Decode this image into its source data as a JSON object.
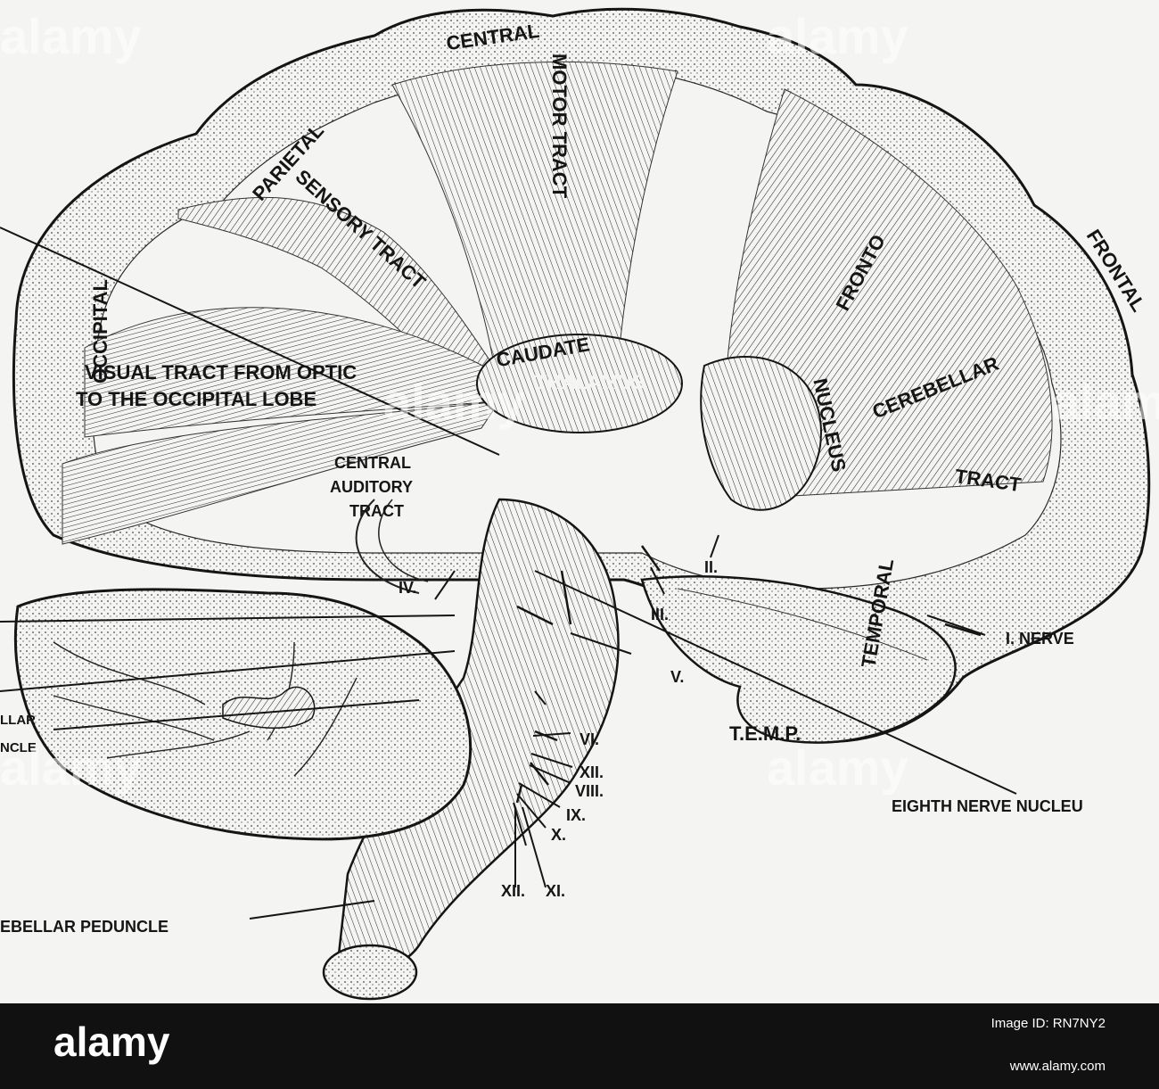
{
  "labels": {
    "central": "CENTRAL",
    "parietal": "PARIETAL",
    "motor_tract": "MOTOR TRACT",
    "sensory_tract": "SENSORY TRACT",
    "fronto": "FRONTO",
    "frontal": "FRONTAL",
    "cerebellar": "CEREBELLAR",
    "tract": "TRACT",
    "caudate": "CAUDATE",
    "nucleus": "NUCLEUS",
    "thalamus": "THALAMUS",
    "occipital": "OCCIPITAL",
    "visual_line1": "VISUAL TRACT FROM OPTIC",
    "visual_line2": "TO THE OCCIPITAL LOBE",
    "central_auditory_1": "CENTRAL",
    "central_auditory_2": "AUDITORY",
    "central_auditory_3": "TRACT",
    "temporal": "TEMPORAL",
    "temp_letters": "T.E.M.P.",
    "eighth_nerve_nucleus": "EIGHTH NERVE NUCLEU",
    "left_llar": "LLAR",
    "left_ncle": "NCLE",
    "cerebellar_peduncle": "EBELLAR PEDUNCLE"
  },
  "nerves": {
    "n1": "I. NERVE",
    "n2": "II.",
    "n3": "III.",
    "n4": "IV.",
    "n5": "V.",
    "n6": "VI.",
    "n7": "XII.",
    "n8": "VIII.",
    "n9": "IX.",
    "n10": "X.",
    "n11": "XI.",
    "n12": "XII."
  },
  "watermark": {
    "text": "alamy"
  },
  "footer": {
    "logo": "alamy",
    "image_id_label": "Image ID: RN7NY2",
    "url": "www.alamy.com"
  },
  "colors": {
    "ink": "#151515",
    "paper": "#f4f4f2",
    "footer_bg": "#111111"
  }
}
